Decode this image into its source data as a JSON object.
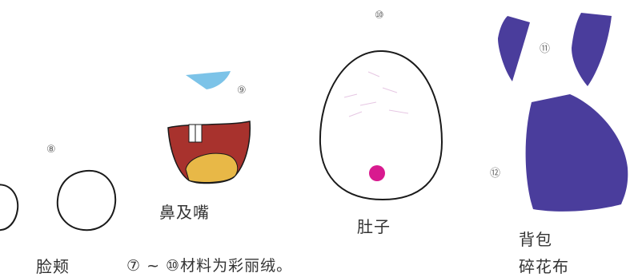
{
  "markers": {
    "m8": "⑧",
    "m9": "⑨",
    "m10": "⑩",
    "m11": "⑪",
    "m12": "⑫"
  },
  "captions": {
    "cheeks": "脸颊",
    "note": "⑦ ~ ⑩材料为彩丽绒。",
    "nose_mouth": "鼻及嘴",
    "belly": "肚子",
    "backpack": "背包",
    "scrap": "碎花布"
  },
  "colors": {
    "outline": "#1a1a1a",
    "nose": "#7cc3e8",
    "mouth": "#a8322d",
    "mouth_lower": "#e8b847",
    "belly_dot": "#d81a8f",
    "backpack": "#4a3d9c"
  }
}
